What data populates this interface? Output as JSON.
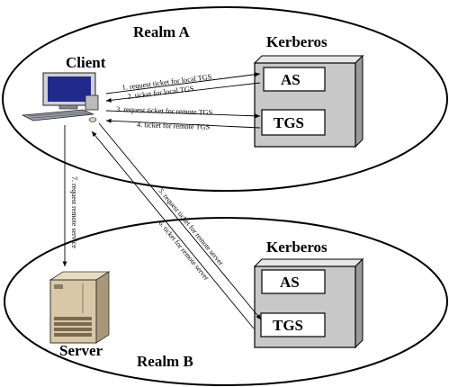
{
  "realms": {
    "a": {
      "label": "Realm A"
    },
    "b": {
      "label": "Realm B"
    }
  },
  "kerberos": {
    "a": {
      "title": "Kerberos",
      "as_label": "AS",
      "tgs_label": "TGS"
    },
    "b": {
      "title": "Kerberos",
      "as_label": "AS",
      "tgs_label": "TGS"
    }
  },
  "nodes": {
    "client": {
      "label": "Client",
      "icon": "desktop-computer-icon"
    },
    "server": {
      "label": "Server",
      "icon": "server-tower-icon"
    }
  },
  "messages": [
    {
      "id": "m1",
      "text": "1. request ticket for local TGS",
      "from": "client",
      "to": "as_a"
    },
    {
      "id": "m2",
      "text": "2. ticket for local TGS",
      "from": "as_a",
      "to": "client"
    },
    {
      "id": "m3",
      "text": "3. request ticket for remote TGS",
      "from": "client",
      "to": "tgs_a"
    },
    {
      "id": "m4",
      "text": "4. ticket for remote TGS",
      "from": "tgs_a",
      "to": "client"
    },
    {
      "id": "m5",
      "text": "5. request ticket for remote server",
      "from": "client",
      "to": "tgs_b"
    },
    {
      "id": "m6",
      "text": "6. ticket for remote server",
      "from": "tgs_b",
      "to": "client"
    },
    {
      "id": "m7",
      "text": "7. request remote service",
      "from": "client",
      "to": "server"
    }
  ],
  "colors": {
    "kerberos_box": "#c8c8c8",
    "kerberos_box_side": "#9a9a9a",
    "monitor_screen": "#1f2a8a",
    "server_body": "#d8c8a8"
  }
}
